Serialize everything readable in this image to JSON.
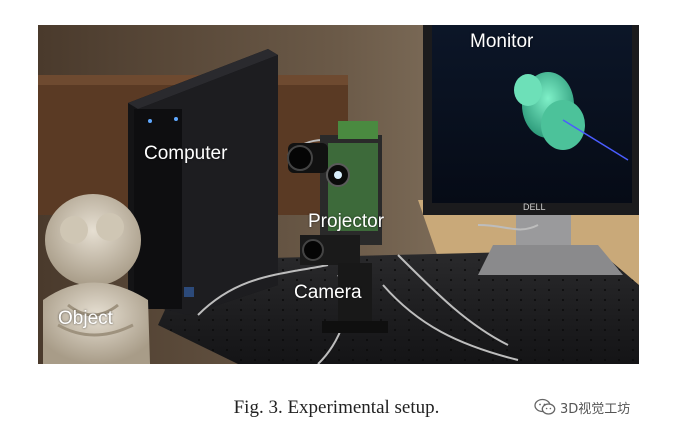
{
  "figure": {
    "labels": {
      "monitor": "Monitor",
      "computer": "Computer",
      "projector": "Projector",
      "camera": "Camera",
      "object": "Object"
    }
  },
  "caption": "Fig. 3. Experimental setup.",
  "watermark": {
    "text": "3D视觉工坊",
    "icon": "wechat-icon"
  }
}
